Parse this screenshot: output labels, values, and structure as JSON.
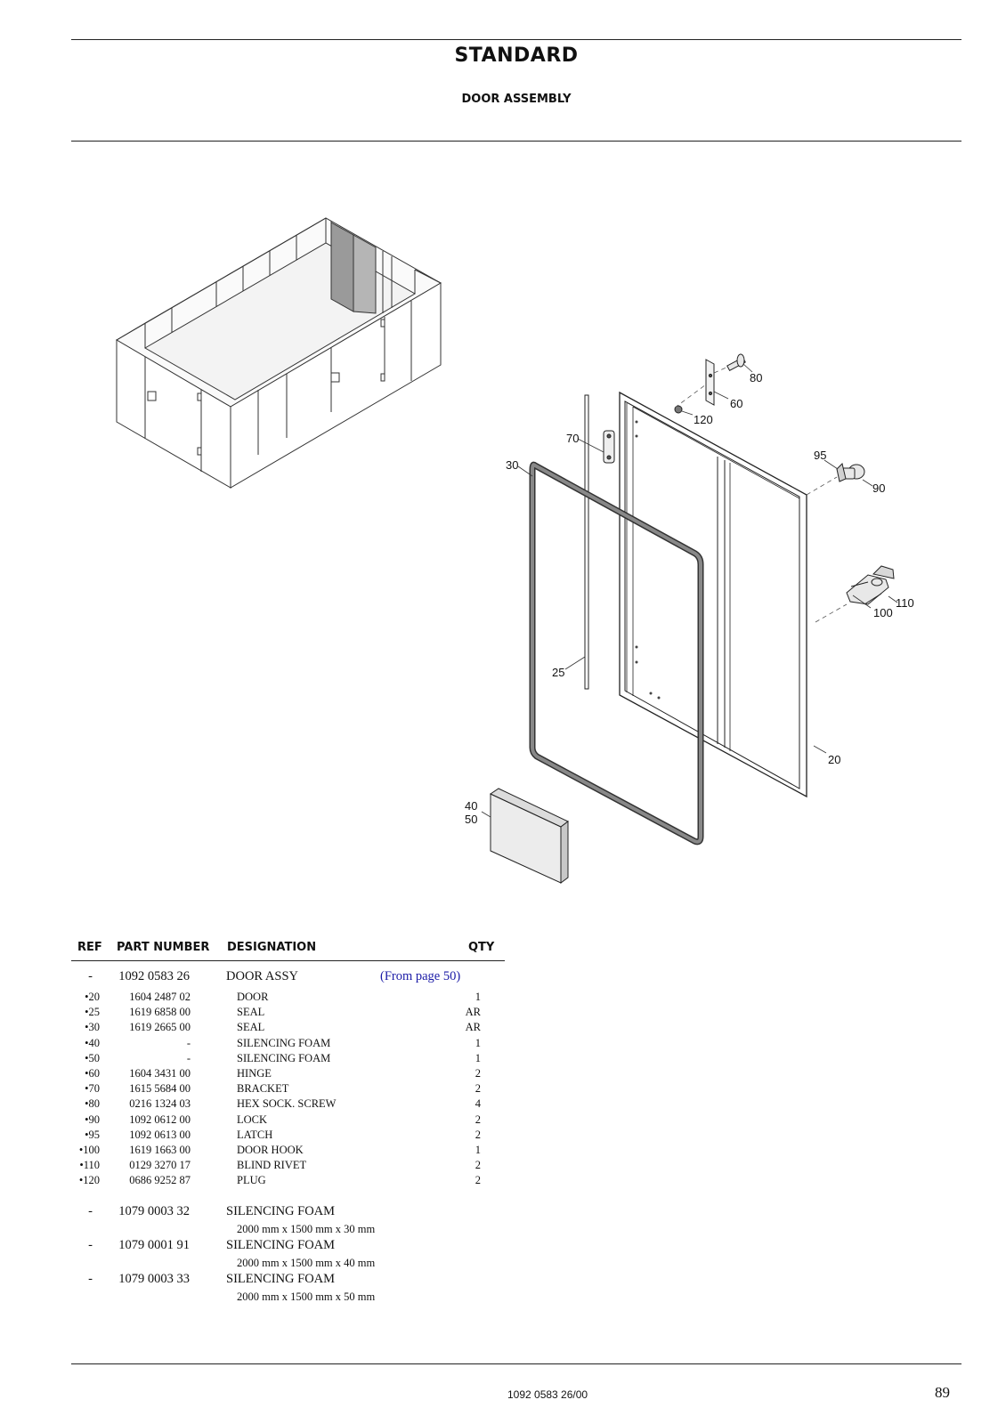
{
  "header": {
    "title": "STANDARD",
    "subtitle": "DOOR ASSEMBLY"
  },
  "callouts": {
    "c80": "80",
    "c60": "60",
    "c120": "120",
    "c70": "70",
    "c30": "30",
    "c95": "95",
    "c90": "90",
    "c110": "110",
    "c100": "100",
    "c25": "25",
    "c20": "20",
    "c40": "40",
    "c50": "50"
  },
  "table": {
    "headers": {
      "ref": "REF",
      "part": "PART NUMBER",
      "designation": "DESIGNATION",
      "qty": "QTY"
    },
    "main": {
      "ref": "-",
      "part": "1092 0583 26",
      "designation": "DOOR ASSY",
      "note": "(From page 50)"
    },
    "rows": [
      {
        "ref": "•20",
        "part": "1604 2487 02",
        "designation": "DOOR",
        "qty": "1"
      },
      {
        "ref": "•25",
        "part": "1619 6858 00",
        "designation": "SEAL",
        "qty": "AR"
      },
      {
        "ref": "•30",
        "part": "1619 2665 00",
        "designation": "SEAL",
        "qty": "AR"
      },
      {
        "ref": "•40",
        "part": "-",
        "designation": "SILENCING FOAM",
        "qty": "1"
      },
      {
        "ref": "•50",
        "part": "-",
        "designation": "SILENCING FOAM",
        "qty": "1"
      },
      {
        "ref": "•60",
        "part": "1604 3431 00",
        "designation": "HINGE",
        "qty": "2"
      },
      {
        "ref": "•70",
        "part": "1615 5684 00",
        "designation": "BRACKET",
        "qty": "2"
      },
      {
        "ref": "•80",
        "part": "0216 1324 03",
        "designation": "HEX SOCK. SCREW",
        "qty": "4"
      },
      {
        "ref": "•90",
        "part": "1092 0612 00",
        "designation": "LOCK",
        "qty": "2"
      },
      {
        "ref": "•95",
        "part": "1092 0613 00",
        "designation": "LATCH",
        "qty": "2"
      },
      {
        "ref": "•100",
        "part": "1619 1663 00",
        "designation": "DOOR HOOK",
        "qty": "1"
      },
      {
        "ref": "•110",
        "part": "0129 3270 17",
        "designation": "BLIND RIVET",
        "qty": "2"
      },
      {
        "ref": "•120",
        "part": "0686 9252 87",
        "designation": "PLUG",
        "qty": "2"
      }
    ],
    "foams": [
      {
        "ref": "-",
        "part": "1079 0003 32",
        "designation": "SILENCING FOAM",
        "dims": "2000 mm x 1500 mm x 30 mm"
      },
      {
        "ref": "-",
        "part": "1079 0001 91",
        "designation": "SILENCING FOAM",
        "dims": "2000 mm x 1500 mm x 40 mm"
      },
      {
        "ref": "-",
        "part": "1079 0003 33",
        "designation": "SILENCING FOAM",
        "dims": "2000 mm x 1500 mm x 50 mm"
      }
    ]
  },
  "footer": {
    "code": "1092 0583 26/00",
    "page": "89"
  }
}
